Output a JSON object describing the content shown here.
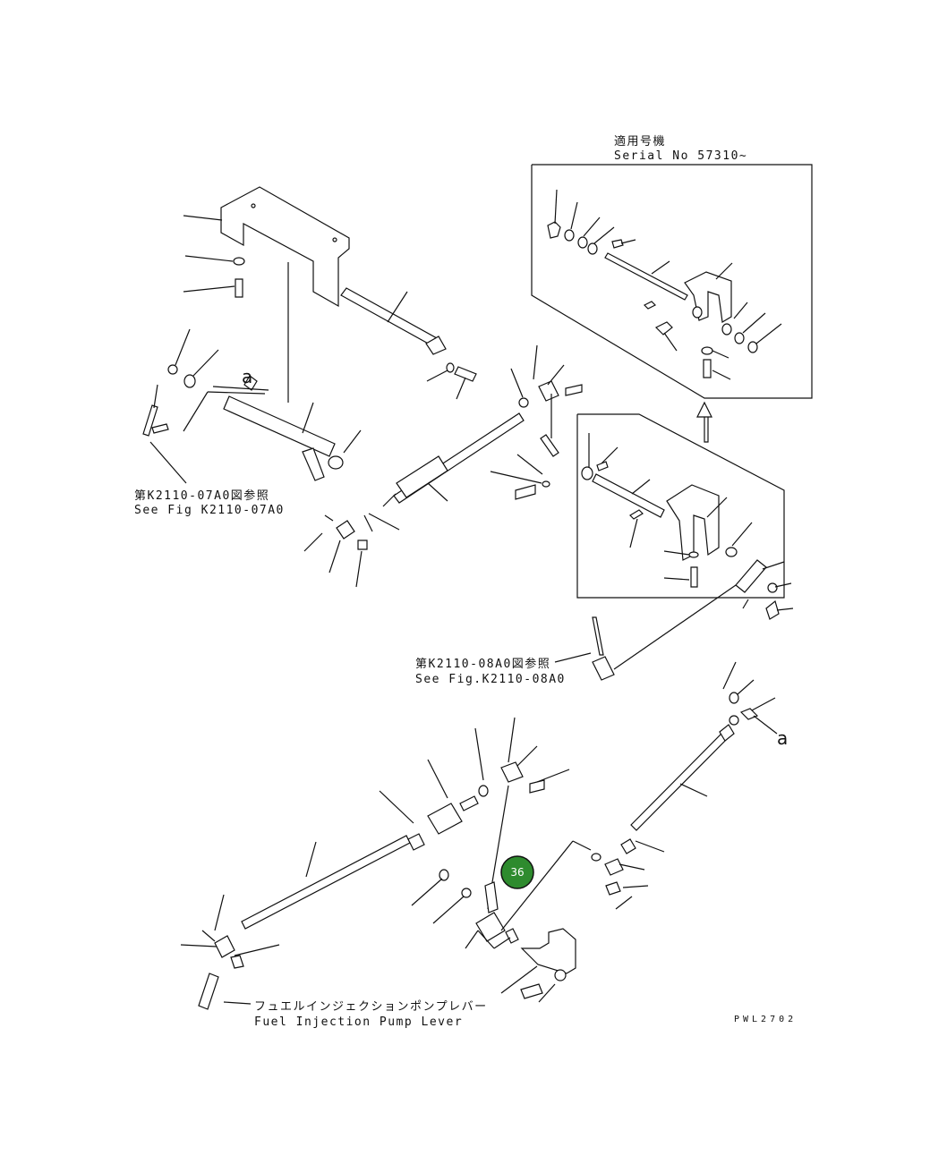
{
  "serial_box": {
    "title_jp": "適用号機",
    "title_en": "Serial No 57310~"
  },
  "references": [
    {
      "jp": "第K2110-07A0図参照",
      "en": "See Fig K2110-07A0"
    },
    {
      "jp": "第K2110-08A0図参照",
      "en": "See Fig.K2110-08A0"
    }
  ],
  "pump_lever": {
    "jp": "フュエルインジェクションポンプレバー",
    "en": "Fuel Injection Pump Lever"
  },
  "callouts": {
    "a_top": "a",
    "a_right": "a"
  },
  "part_badge": {
    "number": "36",
    "color": "#2e8b2e"
  },
  "drawing_code": "PWL2702"
}
